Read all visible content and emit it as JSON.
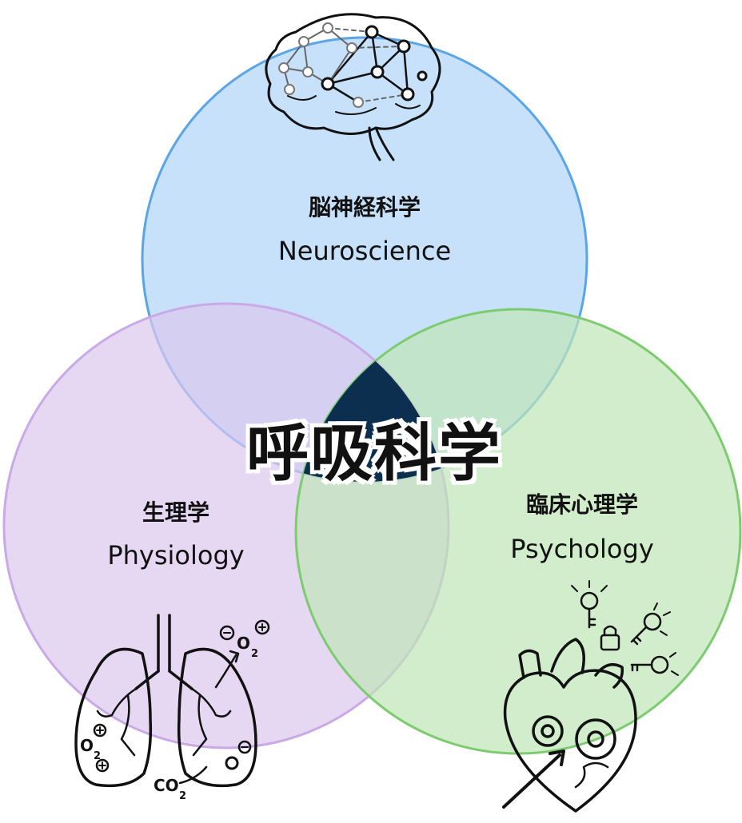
{
  "center": {
    "label": "呼吸科学"
  },
  "circles": {
    "neuro": {
      "jp": "脳神経科学",
      "en": "Neuroscience",
      "color": "#b3d7f7",
      "stroke": "#5aa5e6",
      "icon": "brain-network-icon"
    },
    "physio": {
      "jp": "生理学",
      "en": "Physiology",
      "color": "#dcc7ee",
      "stroke": "#c9a9e6",
      "icon": "lungs-icon"
    },
    "psych": {
      "jp": "臨床心理学",
      "en": "Psychology",
      "color": "#bfe6b7",
      "stroke": "#7ccc6f",
      "icon": "heart-gears-icon"
    }
  },
  "icons": {
    "lungs": {
      "o2_label": "O",
      "o2_sub": "2",
      "co2_label": "CO",
      "co2_sub": "2"
    }
  },
  "intersection_color": "#0d2f4f"
}
